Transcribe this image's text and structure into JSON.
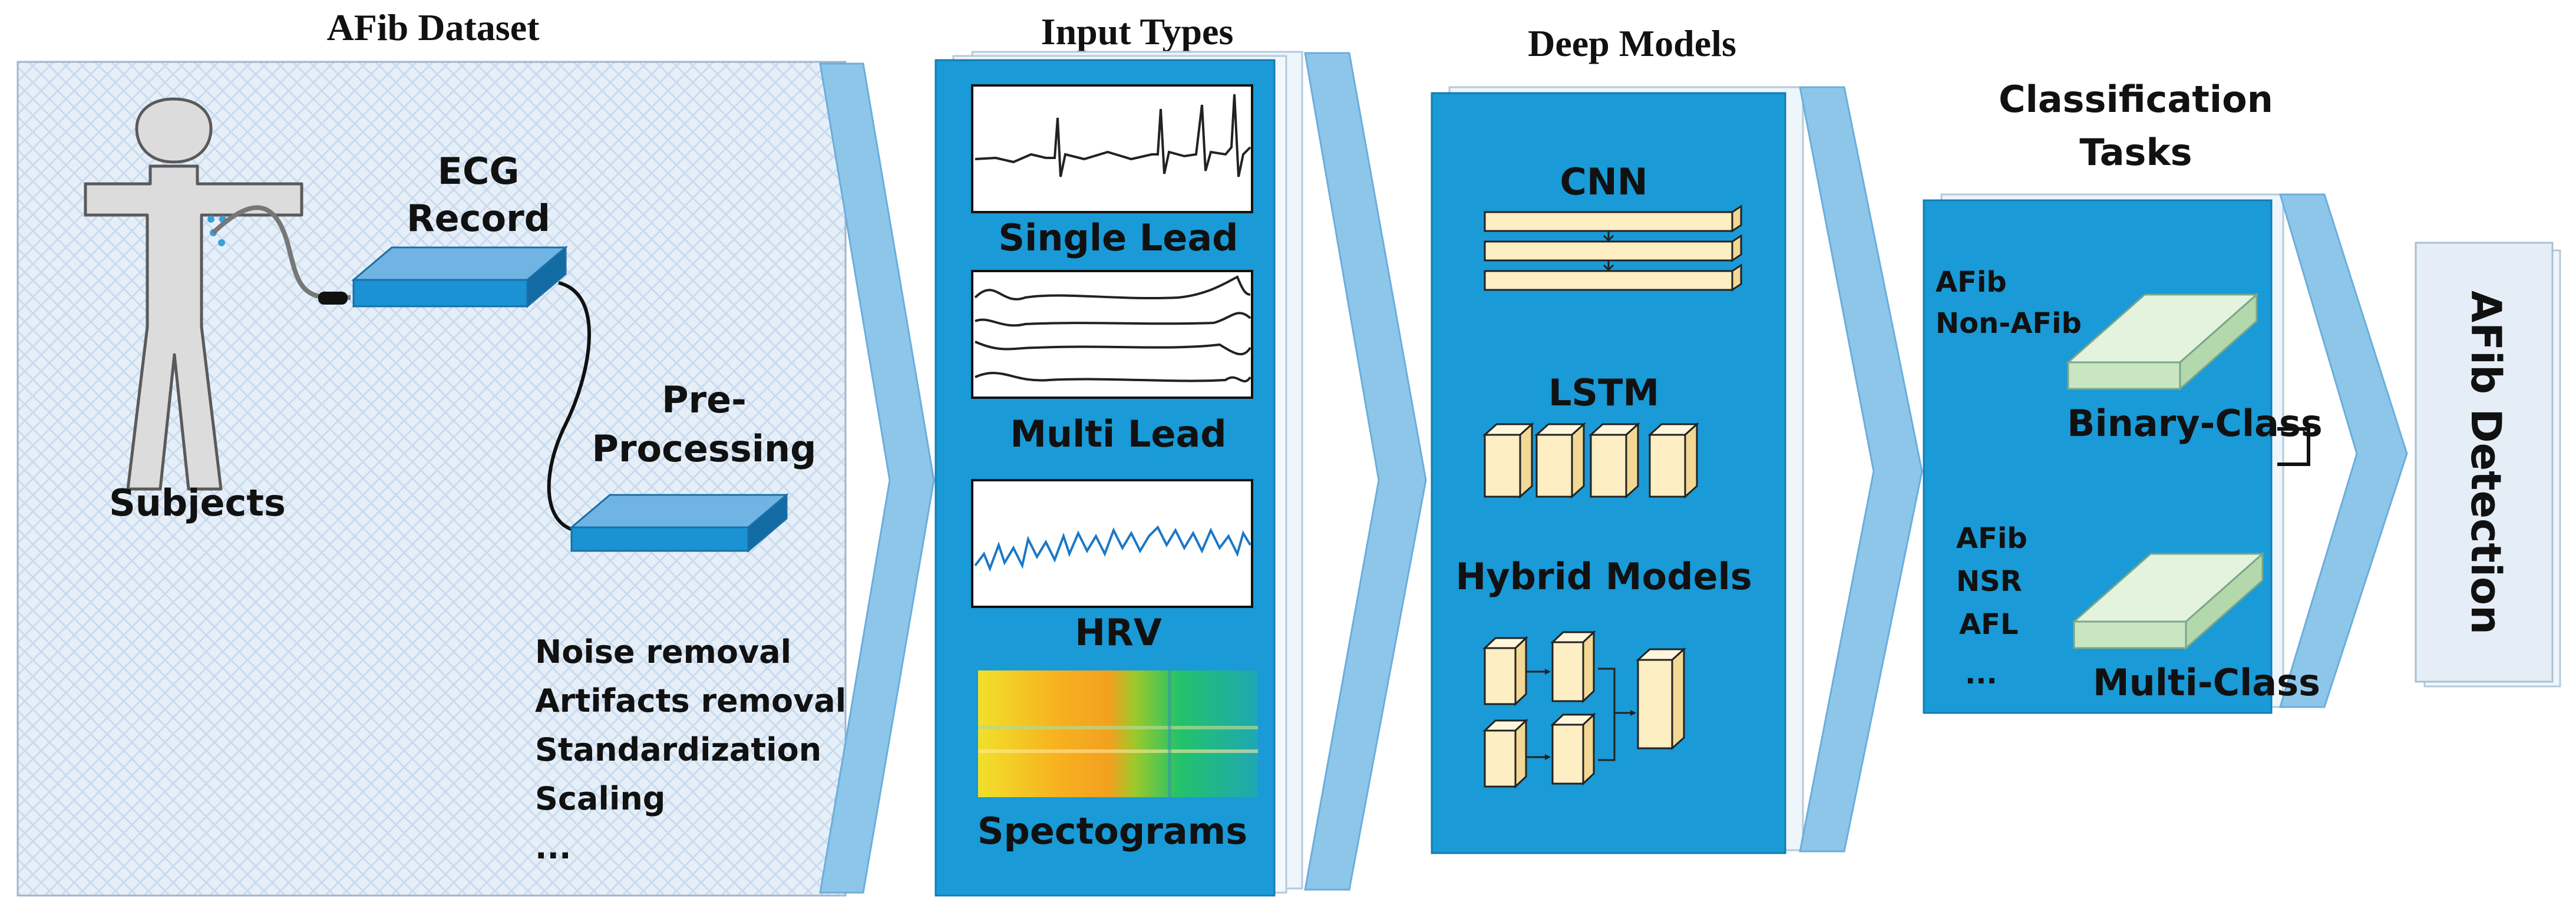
{
  "sections": {
    "dataset": {
      "title": "AFib Dataset",
      "subjects_label": "Subjects",
      "ecg_record_line1": "ECG",
      "ecg_record_line2": "Record",
      "preprocessing_line1": "Pre-",
      "preprocessing_line2": "Processing",
      "preprocessing_steps": [
        "Noise removal",
        "Artifacts removal",
        "Standardization",
        "Scaling",
        "..."
      ]
    },
    "input_types": {
      "title": "Input Types",
      "items": [
        "Single Lead",
        "Multi Lead",
        "HRV",
        "Spectograms"
      ]
    },
    "deep_models": {
      "title": "Deep Models",
      "items": [
        "CNN",
        "LSTM",
        "Hybrid Models"
      ]
    },
    "classification": {
      "title_line1": "Classification",
      "title_line2": "Tasks",
      "binary": {
        "label": "Binary-Class",
        "classes": [
          "AFib",
          "Non-AFib"
        ]
      },
      "multi": {
        "label": "Multi-Class",
        "classes": [
          "AFib",
          "NSR",
          "AFL",
          "..."
        ]
      }
    },
    "output": {
      "label": "AFib Detection"
    }
  },
  "colors": {
    "panel_blue": "#1a9ad6",
    "arrow_blue": "#8ec6ea",
    "block_cream": "#fdeec3",
    "block_green": "#d5ecd0",
    "dataset_bg": "#e4eef8"
  }
}
